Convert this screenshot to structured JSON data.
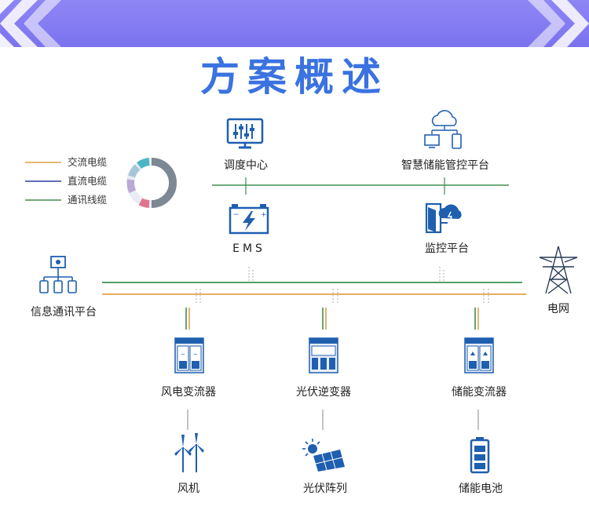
{
  "title": "方案概述",
  "legend": [
    {
      "label": "交流电缆",
      "color": "#e0a24a"
    },
    {
      "label": "直流电缆",
      "color": "#2f3f9c"
    },
    {
      "label": "通讯线缆",
      "color": "#3e8f4e"
    }
  ],
  "nodes": {
    "dispatch_center": "调度中心",
    "smart_platform": "智慧储能管控平台",
    "ems": "EMS",
    "monitor_platform": "监控平台",
    "info_platform": "信息通讯平台",
    "grid": "电网",
    "wind_converter": "风电变流器",
    "pv_inverter": "光伏逆变器",
    "storage_converter": "储能变流器",
    "wind_turbine": "风机",
    "pv_array": "光伏阵列",
    "storage_battery": "储能电池"
  },
  "colors": {
    "banner": "#7f77f0",
    "title": "#3a72e0",
    "icon_blue": "#1f5fb0",
    "ac_line": "#e0a24a",
    "dc_line": "#2f3f9c",
    "comm_line": "#3e8f4e"
  },
  "icons": [
    "monitor-sliders-icon",
    "cloud-network-icon",
    "battery-bolt-icon",
    "cloud-door-icon",
    "network-hierarchy-icon",
    "power-tower-icon",
    "cabinet-icon",
    "wind-turbine-icon",
    "solar-panel-icon",
    "battery-icon"
  ]
}
